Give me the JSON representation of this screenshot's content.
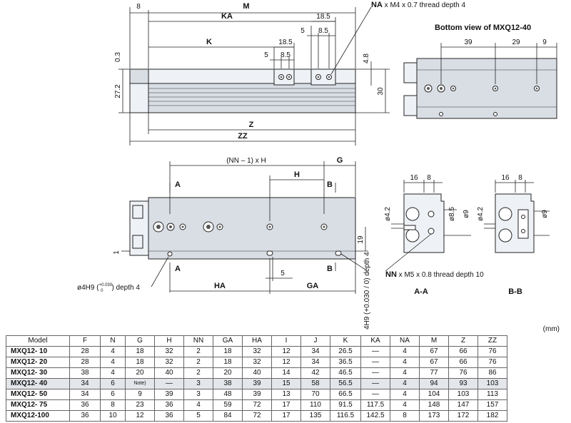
{
  "side_view": {
    "labels": {
      "M": "M",
      "KA": "KA",
      "K": "K",
      "Z": "Z",
      "ZZ": "ZZ",
      "top_8": "8",
      "top_18_5": "18.5",
      "mid_5": "5",
      "mid_8_5": "8.5",
      "k_18_5": "18.5",
      "k_5": "5",
      "k_8_5": "8.5",
      "h_0_3": "0.3",
      "h_27_2": "27.2",
      "h_4_8": "4.8",
      "h_30": "30"
    },
    "thread_note_prefix": "NA",
    "thread_note": " x M4 x 0.7 thread depth 4"
  },
  "bottom_view": {
    "title": "Bottom view of MXQ12-40",
    "dims": {
      "d39": "39",
      "d29": "29",
      "d9": "9"
    }
  },
  "front_view": {
    "labels": {
      "nn_h": "(NN – 1) x H",
      "H": "H",
      "G": "G",
      "A_top": "A",
      "B_top": "B",
      "A_bot": "A",
      "B_bot": "B",
      "HA": "HA",
      "GA": "GA",
      "d5": "5",
      "d1": "1",
      "d19": "19"
    },
    "pin_note_prefix": "ø4H9 (",
    "pin_note_tol_plus": "+0.030",
    "pin_note_tol_zero": "0",
    "pin_note_suffix": ") depth 4",
    "vertical_note": "4H9 (+0.030 / 0) depth 4"
  },
  "section_aa": {
    "caption": "A-A",
    "dims": {
      "d16": "16",
      "d8": "8",
      "d4_2": "ø4.2",
      "d8_5": "ø8.5",
      "d9": "ø9"
    }
  },
  "section_bb": {
    "caption": "B-B",
    "dims": {
      "d16": "16",
      "d8": "8",
      "d4_2": "ø4.2",
      "d9": "ø9"
    }
  },
  "nn_note_prefix": "NN",
  "nn_note": " x M5 x 0.8 thread depth 10",
  "table": {
    "units": "(mm)",
    "headers": [
      "Model",
      "F",
      "N",
      "G",
      "H",
      "NN",
      "GA",
      "HA",
      "I",
      "J",
      "K",
      "KA",
      "NA",
      "M",
      "Z",
      "ZZ"
    ],
    "rows": [
      [
        "MXQ12- 10",
        "28",
        "4",
        "18",
        "32",
        "2",
        "18",
        "32",
        "12",
        "34",
        "26.5",
        "—",
        "4",
        "67",
        "66",
        "76"
      ],
      [
        "MXQ12- 20",
        "28",
        "4",
        "18",
        "32",
        "2",
        "18",
        "32",
        "12",
        "34",
        "36.5",
        "—",
        "4",
        "67",
        "66",
        "76"
      ],
      [
        "MXQ12- 30",
        "38",
        "4",
        "20",
        "40",
        "2",
        "20",
        "40",
        "14",
        "42",
        "46.5",
        "—",
        "4",
        "77",
        "76",
        "86"
      ],
      [
        "MXQ12- 40",
        "34",
        "6",
        "Note)",
        "—",
        "3",
        "38",
        "39",
        "15",
        "58",
        "56.5",
        "—",
        "4",
        "94",
        "93",
        "103"
      ],
      [
        "MXQ12- 50",
        "34",
        "6",
        "9",
        "39",
        "3",
        "48",
        "39",
        "13",
        "70",
        "66.5",
        "—",
        "4",
        "104",
        "103",
        "113"
      ],
      [
        "MXQ12- 75",
        "36",
        "8",
        "23",
        "36",
        "4",
        "59",
        "72",
        "17",
        "110",
        "91.5",
        "117.5",
        "4",
        "148",
        "147",
        "157"
      ],
      [
        "MXQ12-100",
        "36",
        "10",
        "12",
        "36",
        "5",
        "84",
        "72",
        "17",
        "135",
        "116.5",
        "142.5",
        "8",
        "173",
        "172",
        "182"
      ]
    ]
  }
}
